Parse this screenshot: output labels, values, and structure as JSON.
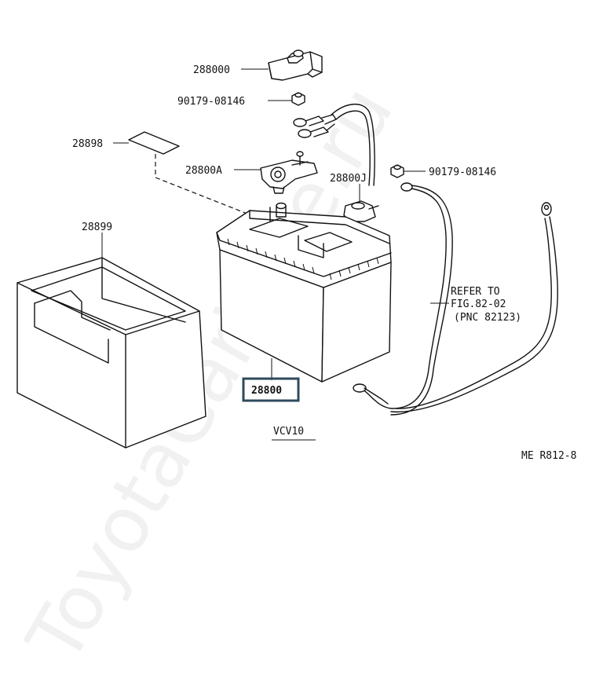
{
  "labels": {
    "p288000": "288000",
    "p90179a": "90179-08146",
    "p28898": "28898",
    "p28800A": "28800A",
    "p28800J": "28800J",
    "p90179b": "90179-08146",
    "p28899": "28899",
    "refer1": "REFER TO",
    "refer2": "FIG.82-02",
    "refer3": "(PNC 82123)",
    "p28800": "28800",
    "model": "VCV10",
    "code": "ME R812-8"
  },
  "watermark": "ToyotaCarWire.ru",
  "colors": {
    "line": "#111111",
    "highlight": "#2e4a5c",
    "watermark": "#e6e6e6"
  }
}
